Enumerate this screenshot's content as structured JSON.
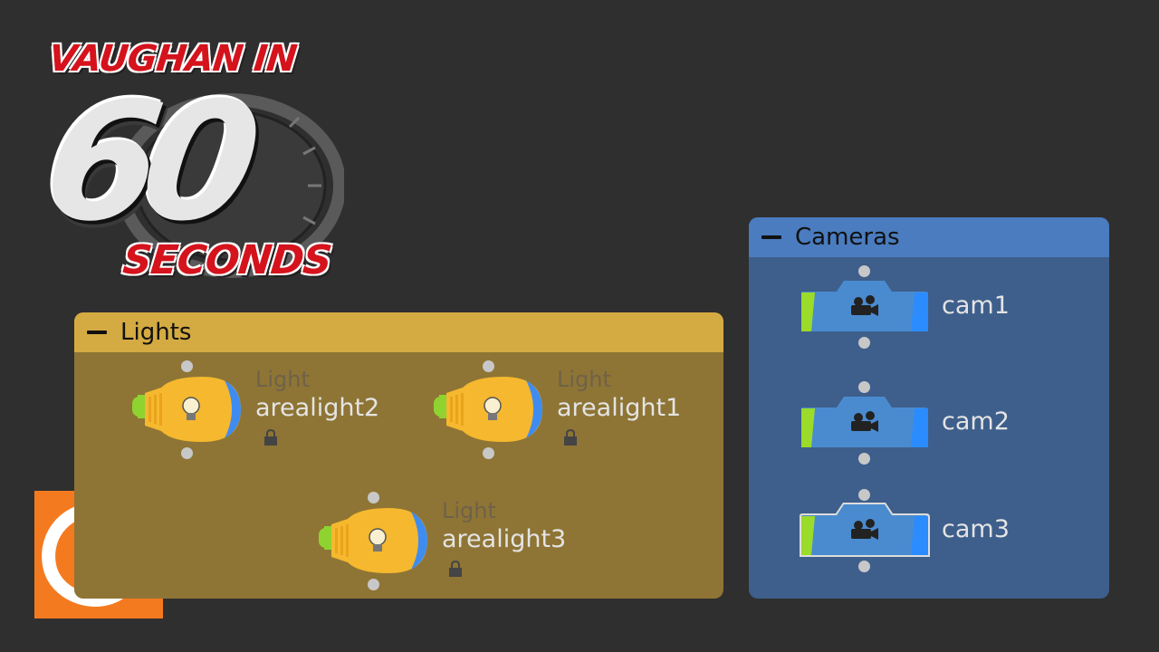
{
  "logo": {
    "top_text": "VAUGHAN IN",
    "number": "60",
    "bottom_text": "SECONDS",
    "accent_color": "#d4131c"
  },
  "houdini_logo": {
    "icon": "houdini-spiral-icon",
    "color": "#f47a20"
  },
  "lights_box": {
    "title": "Lights",
    "color": "#d4aa42",
    "nodes": [
      {
        "type": "Light",
        "name": "arealight2",
        "icon": "light-bulb-icon",
        "locked": true
      },
      {
        "type": "Light",
        "name": "arealight1",
        "icon": "light-bulb-icon",
        "locked": true
      },
      {
        "type": "Light",
        "name": "arealight3",
        "icon": "light-bulb-icon",
        "locked": true
      }
    ]
  },
  "cameras_box": {
    "title": "Cameras",
    "color": "#4a7cbf",
    "nodes": [
      {
        "name": "cam1",
        "icon": "movie-camera-icon",
        "selected": false
      },
      {
        "name": "cam2",
        "icon": "movie-camera-icon",
        "selected": false
      },
      {
        "name": "cam3",
        "icon": "movie-camera-icon",
        "selected": true
      }
    ]
  }
}
